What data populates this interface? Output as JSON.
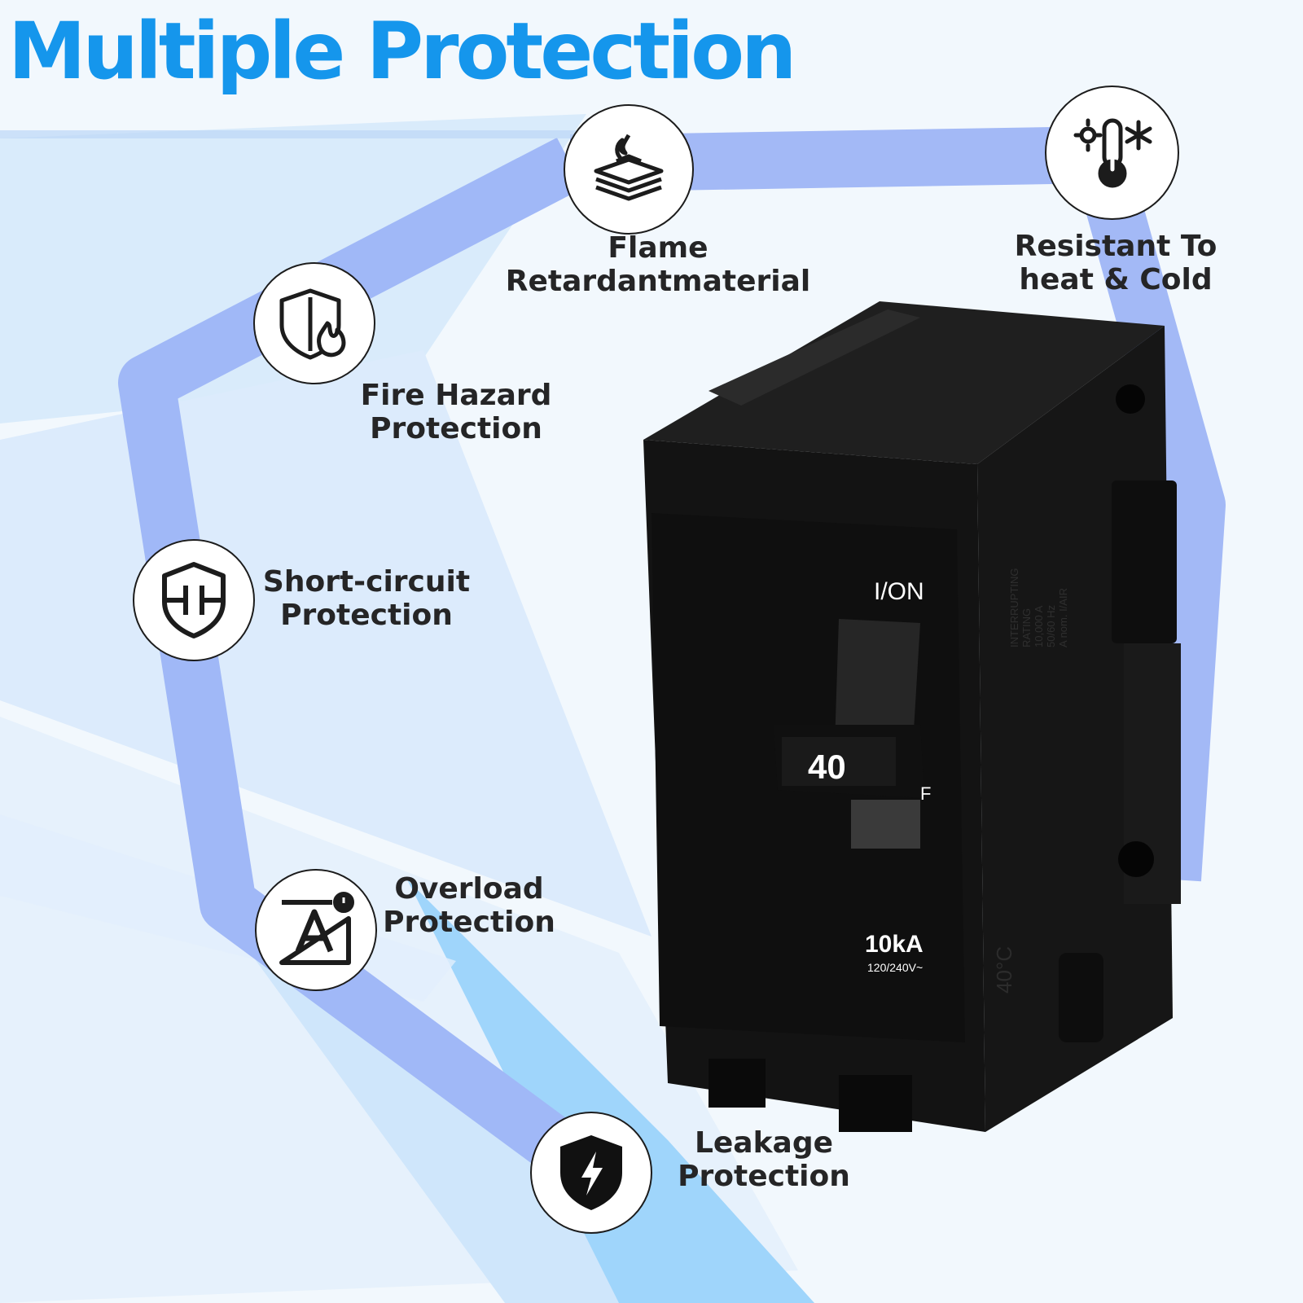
{
  "page": {
    "title": "Multiple Protection"
  },
  "features": [
    {
      "id": "flame",
      "icon": "flame-retardant-layers-icon",
      "lines": [
        "Flame",
        "Retardantmaterial"
      ]
    },
    {
      "id": "temp",
      "icon": "thermometer-sun-snowflake-icon",
      "lines": [
        "Resistant To",
        "heat & Cold"
      ]
    },
    {
      "id": "fire",
      "icon": "shield-flame-icon",
      "lines": [
        "Fire Hazard",
        "Protection"
      ]
    },
    {
      "id": "short",
      "icon": "shield-circuit-icon",
      "lines": [
        "Short-circuit",
        "Protection"
      ]
    },
    {
      "id": "overload",
      "icon": "overload-a-alert-icon",
      "lines": [
        "Overload",
        "Protection"
      ]
    },
    {
      "id": "leakage",
      "icon": "shield-lightning-icon",
      "lines": [
        "Leakage",
        "Protection"
      ]
    }
  ],
  "product": {
    "name": "circuit breaker",
    "on_label": "I/ON",
    "rating": "40",
    "trip_label": "F",
    "interrupt_rating": "10kA",
    "voltage": "120/240V~",
    "temperature": "40°C",
    "side_text": [
      "INTERRUPTING",
      "RATING",
      "10,000 A",
      "50/60 Hz",
      "A nom. I/AIR"
    ]
  },
  "colors": {
    "title": "#1596ec",
    "ribbon": "#9fb7f7",
    "breaker": "#141414",
    "text": "#252526"
  }
}
